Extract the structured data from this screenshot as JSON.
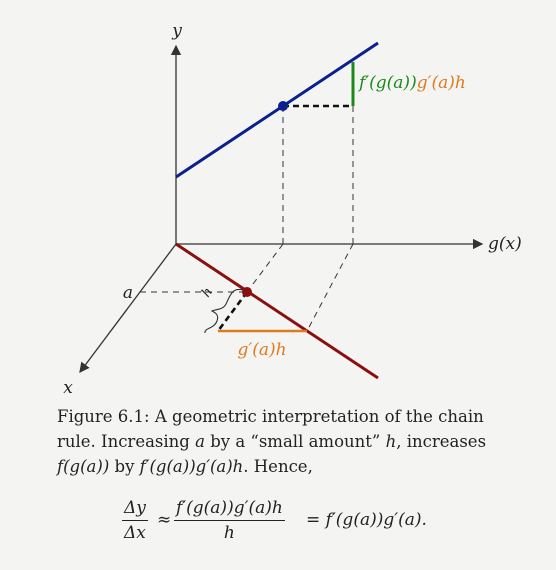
{
  "figure": {
    "labels": {
      "y_axis": "y",
      "x_axis": "x",
      "gx_axis": "g(x)",
      "a": "a",
      "h": "h",
      "green_label": "f′(g(a))",
      "orange_part_of_green": "g′(a)h",
      "orange_label": "g′(a)h"
    },
    "colors": {
      "upper_line": "#0b1f8f",
      "lower_line": "#8a1010",
      "green_segment": "#1a8a1a",
      "orange_segment": "#e07a1f",
      "axes": "#333333"
    }
  },
  "caption": {
    "figure_number": "Figure 6.1:",
    "text_1": " A geometric interpretation of the chain rule. Increasing ",
    "var_a": "a",
    "text_2": " by a “small amount” ",
    "var_h": "h",
    "text_3": ", increases ",
    "expr_fga": "f(g(a))",
    "text_4": " by ",
    "expr_product": "f′(g(a))g′(a)h",
    "text_5": ". Hence,"
  },
  "equation": {
    "lhs_num": "Δy",
    "lhs_den": "Δx",
    "approx": "≈",
    "mid_num": "f′(g(a))g′(a)h",
    "mid_den": "h",
    "rhs": "= f′(g(a))g′(a)."
  }
}
